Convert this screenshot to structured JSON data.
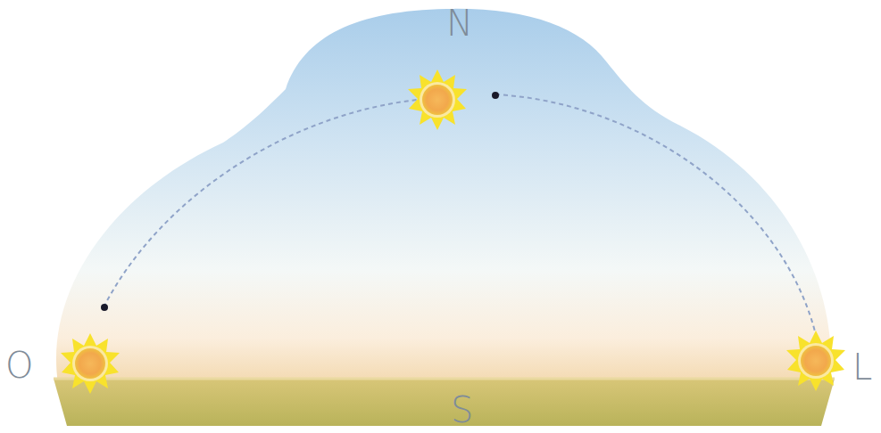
{
  "diagram": {
    "labels": [
      "N",
      "O",
      "S",
      "L"
    ]
  }
}
